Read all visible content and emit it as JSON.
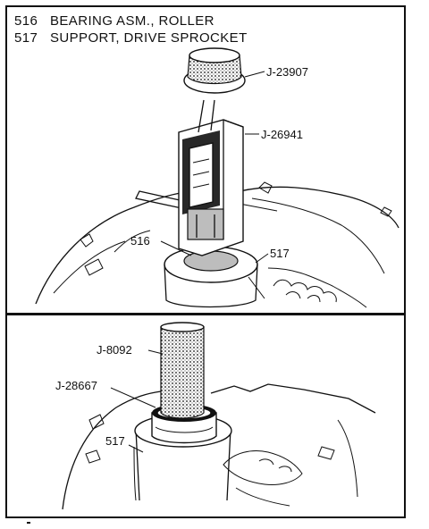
{
  "legend": [
    {
      "number": "516",
      "text": "BEARING ASM., ROLLER"
    },
    {
      "number": "517",
      "text": "SUPPORT, DRIVE SPROCKET"
    }
  ],
  "top_view": {
    "callouts": {
      "handle": "J-23907",
      "puller": "J-26941",
      "bearing": "516",
      "support": "517"
    }
  },
  "bottom_view": {
    "callouts": {
      "driver_handle": "J-8092",
      "installer": "J-28667",
      "support": "517"
    }
  }
}
